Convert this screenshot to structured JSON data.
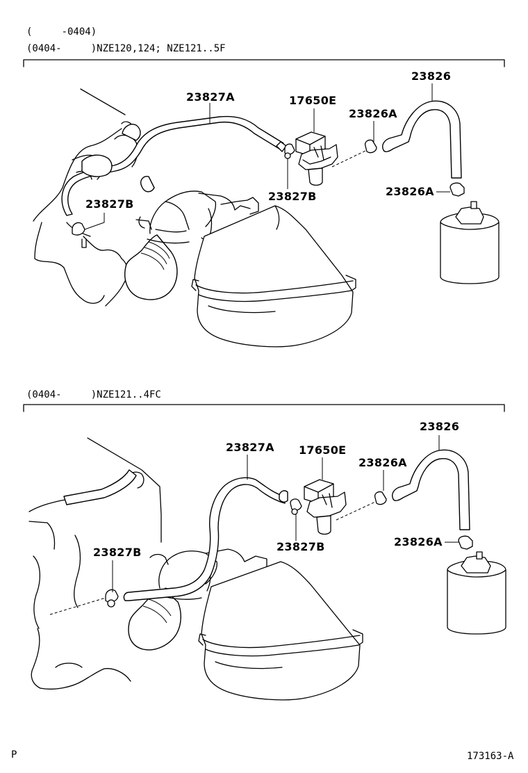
{
  "header": {
    "line1": "(     -0404)",
    "line2": "(0404-     )NZE120,124; NZE121..5F"
  },
  "section1": {
    "labels": {
      "hose_a": "23827A",
      "vsv": "17650E",
      "clamp_a_top": "23826A",
      "hose_main": "23826",
      "clamp_b_right": "23827B",
      "clamp_a_lower": "23826A",
      "clamp_b_left": "23827B"
    }
  },
  "section2": {
    "header": "(0404-     )NZE121..4FC",
    "labels": {
      "hose_a": "23827A",
      "vsv": "17650E",
      "clamp_a_top": "23826A",
      "hose_main": "23826",
      "clamp_b_left": "23827B",
      "clamp_b_right": "23827B",
      "clamp_a_lower": "23826A"
    }
  },
  "footer": {
    "left": "P",
    "right": "173163-A"
  }
}
